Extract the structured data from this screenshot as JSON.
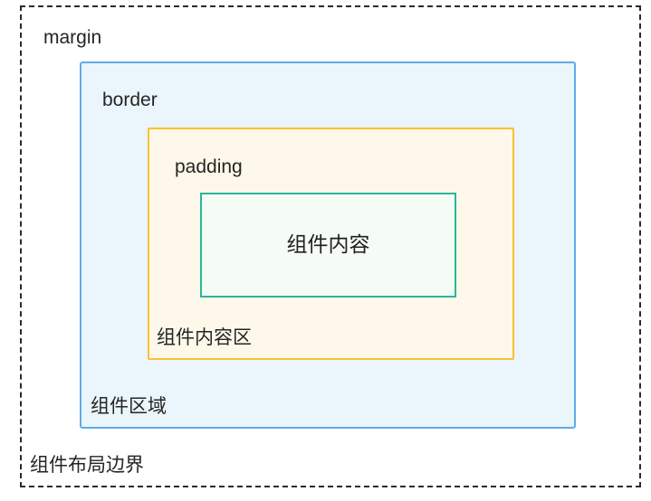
{
  "diagram": {
    "title": "component-box-model",
    "labels": {
      "margin": "margin",
      "border": "border",
      "padding": "padding",
      "content": "组件内容",
      "padding_area": "组件内容区",
      "border_area": "组件区域",
      "layout_boundary": "组件布局边界"
    },
    "colors": {
      "margin_boundary_border": "#2b2b2b",
      "border_box_border": "#60ace9",
      "border_box_fill": "#eaf5fc",
      "padding_box_border": "#f9c231",
      "padding_box_fill": "#fdf8e9",
      "content_box_border": "#29b79a",
      "content_box_fill": "#f5fbf5",
      "text": "#252525",
      "background": "#ffffff"
    }
  }
}
